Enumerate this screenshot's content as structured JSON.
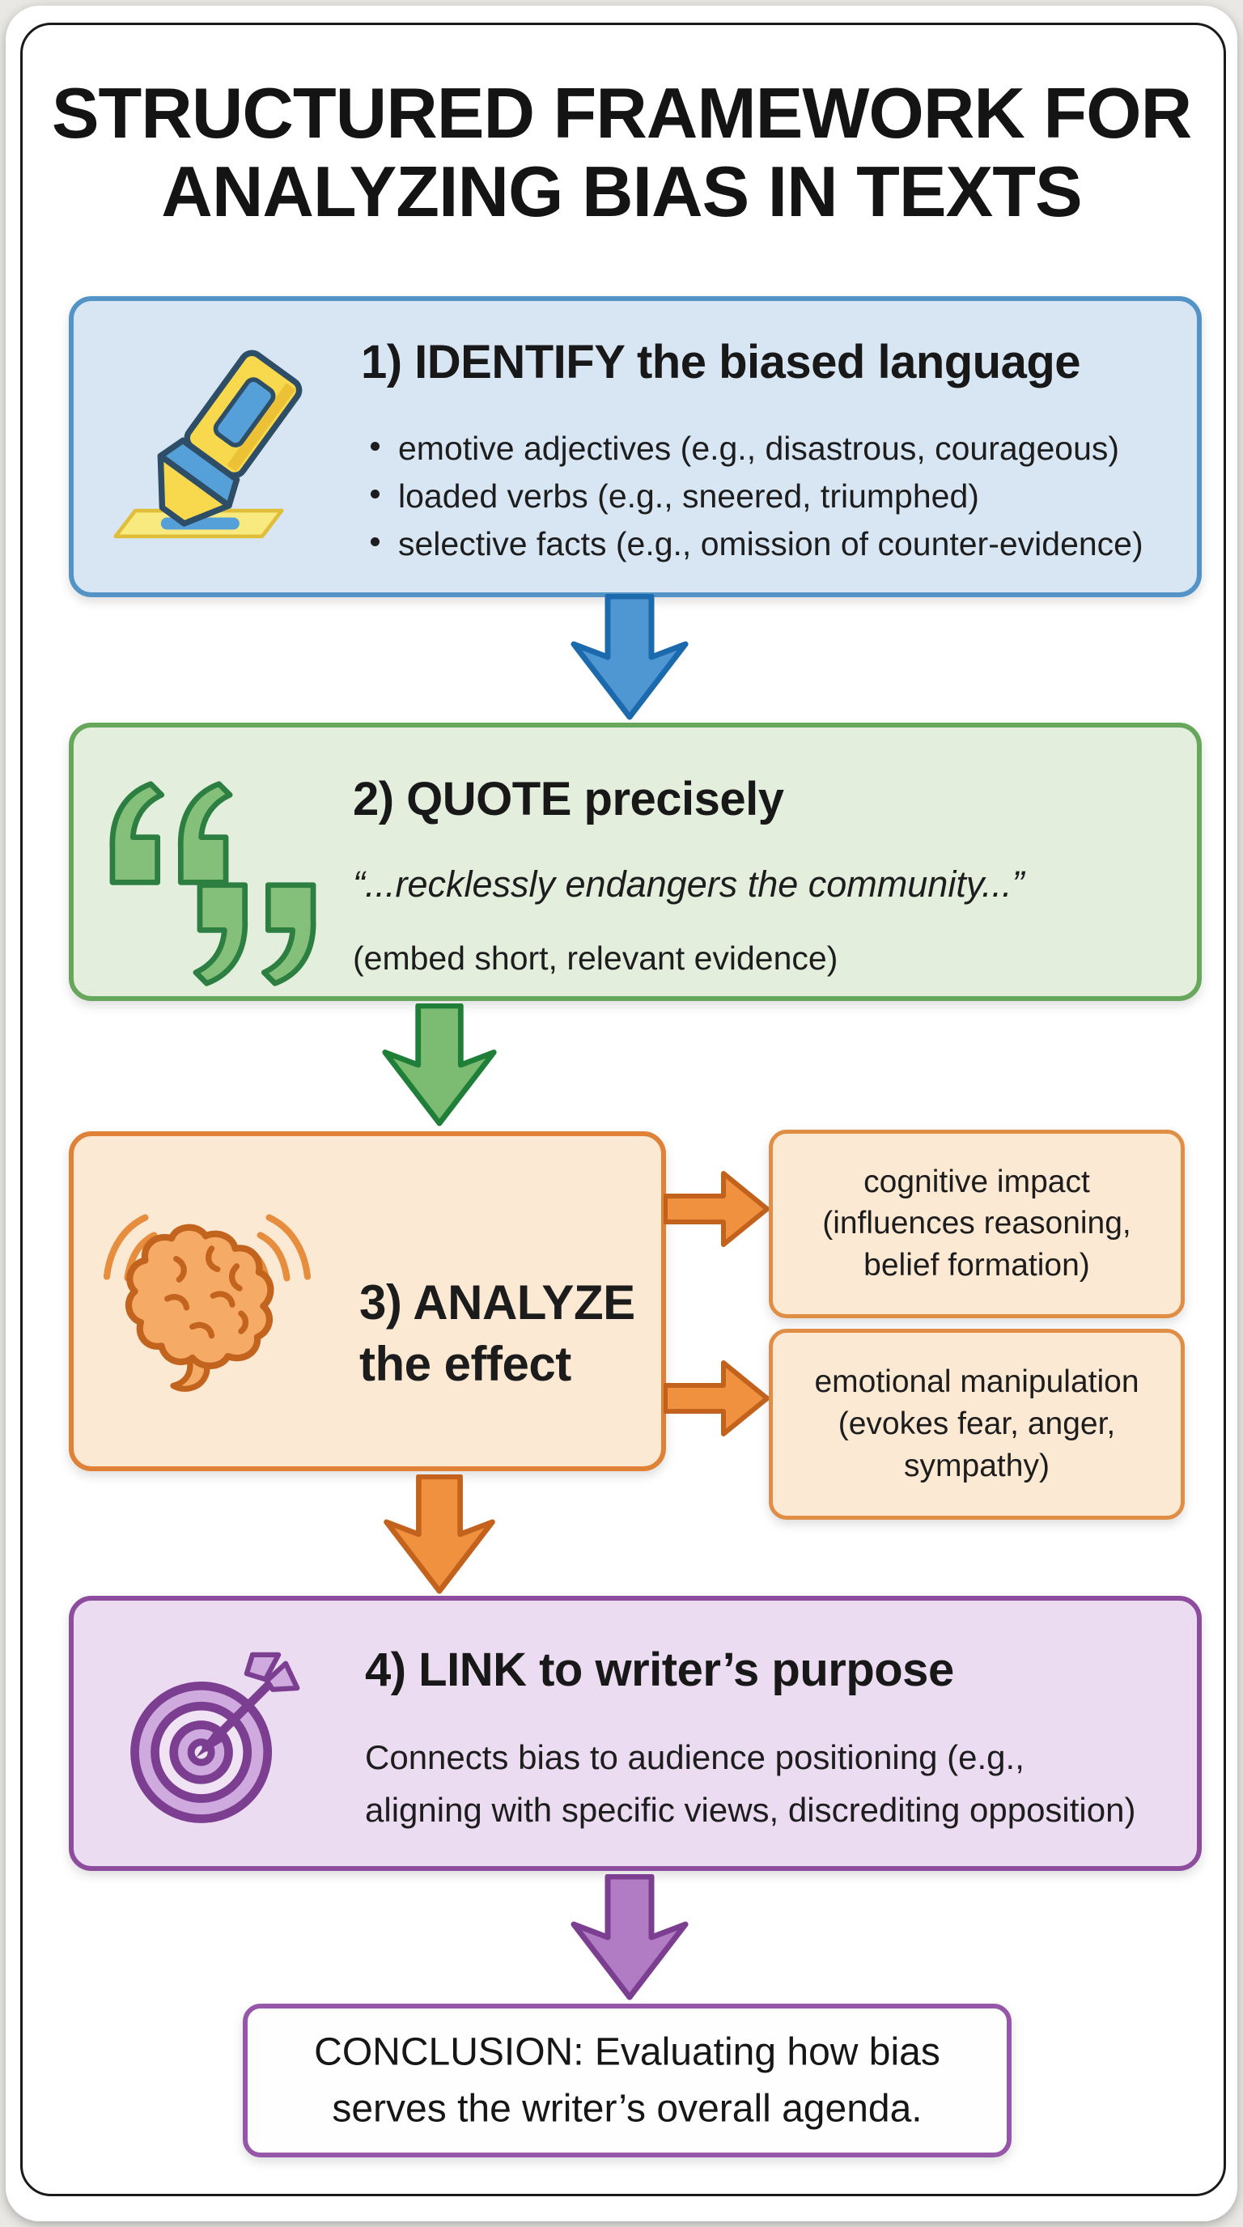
{
  "title": {
    "line1": "STRUCTURED FRAMEWORK FOR",
    "line2": "ANALYZING BIAS IN TEXTS"
  },
  "steps": {
    "identify": {
      "icon": "highlighter-icon",
      "heading": "1) IDENTIFY the biased language",
      "bullets": [
        "emotive adjectives (e.g., disastrous, courageous)",
        "loaded verbs (e.g., sneered, triumphed)",
        "selective facts (e.g., omission of counter-evidence)"
      ]
    },
    "quote": {
      "icon": "quote-marks-icon",
      "heading": "2) QUOTE precisely",
      "example": "“...recklessly endangers the community...”",
      "note": "(embed short, relevant evidence)"
    },
    "analyze": {
      "icon": "brain-icon",
      "heading_line1": "3) ANALYZE",
      "heading_line2": "the effect",
      "outcomes": [
        {
          "line1": "cognitive impact",
          "line2": "(influences reasoning,",
          "line3": "belief formation)"
        },
        {
          "line1": "emotional manipulation",
          "line2": "(evokes fear, anger,",
          "line3": "sympathy)"
        }
      ]
    },
    "link": {
      "icon": "target-dart-icon",
      "heading": "4) LINK to writer’s purpose",
      "body_line1": "Connects bias to audience positioning (e.g.,",
      "body_line2": "aligning with specific views, discrediting opposition)"
    }
  },
  "conclusion": {
    "line1": "CONCLUSION: Evaluating how bias",
    "line2": "serves the writer’s overall agenda."
  },
  "colors": {
    "identify_fill": "#d8e6f4",
    "identify_border": "#5493c6",
    "identify_arrow": "#4f97d2",
    "quote_fill": "#e3eedd",
    "quote_border": "#67a75c",
    "quote_arrow": "#7cbc72",
    "analyze_fill": "#fce9d4",
    "analyze_border": "#df8136",
    "analyze_arrow": "#f09140",
    "link_fill": "#ecdcf2",
    "link_border": "#8e4c9e",
    "link_arrow": "#b27cc4",
    "text": "#1c1c1c",
    "frame_border": "#1a1a1a"
  }
}
